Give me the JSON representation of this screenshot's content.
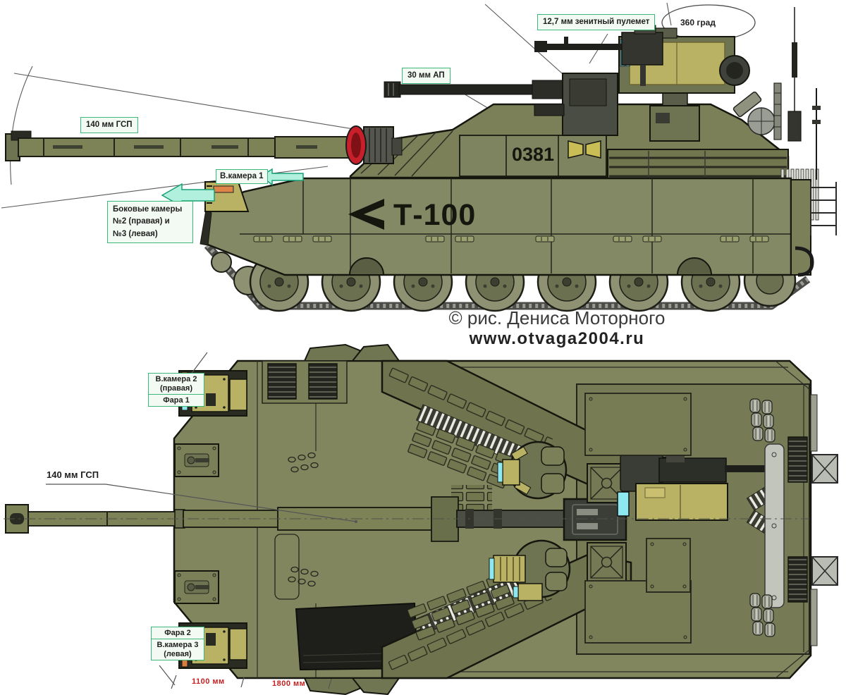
{
  "side_view": {
    "labels": {
      "aa_mg": "12,7 мм зенитный пулемет",
      "rotation": "360 град",
      "autocannon": "30 мм АП",
      "main_gun": "140 мм ГСП",
      "camera_1": "В.камера 1",
      "side_cameras": "Боковые камеры\n№2 (правая) и\n№3 (левая)"
    },
    "markings": {
      "turret_number": "0381",
      "vehicle_name": "Т-100"
    }
  },
  "top_view": {
    "labels": {
      "camera_2": "В.камера 2\n(правая)",
      "headlight_1": "Фара 1",
      "main_gun": "140 мм ГСП",
      "headlight_2": "Фара 2",
      "camera_3": "В.камера 3\n(левая)"
    },
    "dimensions": {
      "d1": "1100 мм",
      "d2": "1800 мм"
    }
  },
  "credit": {
    "artist": "© рис. Дениса Моторного",
    "site": "www.otvaga2004.ru"
  },
  "colors": {
    "hull_olive": "#838862",
    "panel_olive": "#7b8059",
    "wedge_olive": "#6f744e",
    "khaki_equipment": "#b9b164",
    "camera_cyan": "#8ee8ef",
    "arrow_teal_fill": "#b2f0de",
    "arrow_teal_border": "#17a176",
    "label_green_border": "#3cb878",
    "dimension_red": "#c32222",
    "muzzle_red": "#c8202a"
  }
}
